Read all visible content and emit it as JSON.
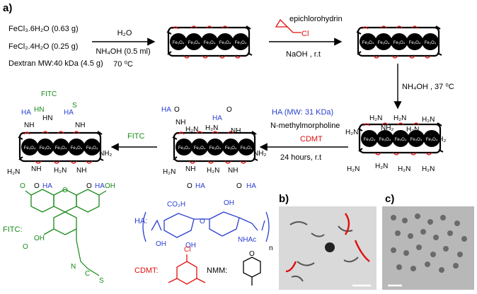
{
  "colors": {
    "black": "#000000",
    "green": "#1a8a1a",
    "blue": "#2a3fd0",
    "red": "#e01010",
    "dark_red": "#c01010",
    "tem_bg": "#d9d9d9"
  },
  "panels": {
    "a": "a)",
    "b": "b)",
    "c": "c)"
  },
  "reagents_step1": [
    "FeCl₃.6H₂O (0.63 g)",
    "FeCl₂.4H₂O (0.25 g)",
    "Dextran MW:40 kDa (4.5 g)"
  ],
  "step1": {
    "top": "H₂O",
    "mid": "NH₄OH (0.5 ml)",
    "bottom": "70 ⁰C"
  },
  "step2": {
    "reagent": "epichlorohydrin",
    "conditions": "NaOH , r.t",
    "cl": "Cl"
  },
  "step3": {
    "conditions": "NH₄OH , 37 ⁰C"
  },
  "step4": {
    "ha": "HA (MW: 31 KDa)",
    "base": "N-methylmorpholine",
    "coupling": "CDMT",
    "conditions": "24 hours, r.t"
  },
  "step5": {
    "reagent": "FITC"
  },
  "np_label": "Fe₃O₄",
  "groups": {
    "nh2": "H₂N",
    "nh2_right": "NH₂",
    "nh": "NH",
    "hn": "HN",
    "ha": "HA",
    "o": "O",
    "fitc": "FITC",
    "s": "S"
  },
  "legend": {
    "fitc_label": "FITC:",
    "ha_label": "HA:",
    "cdmt_label": "CDMT:",
    "nmm_label": "NMM:",
    "n": "n",
    "co2h": "CO₂H",
    "oh": "OH",
    "nhac": "NHAc",
    "cl": "Cl",
    "ncs": "N",
    "c": "C",
    "s": "S"
  }
}
